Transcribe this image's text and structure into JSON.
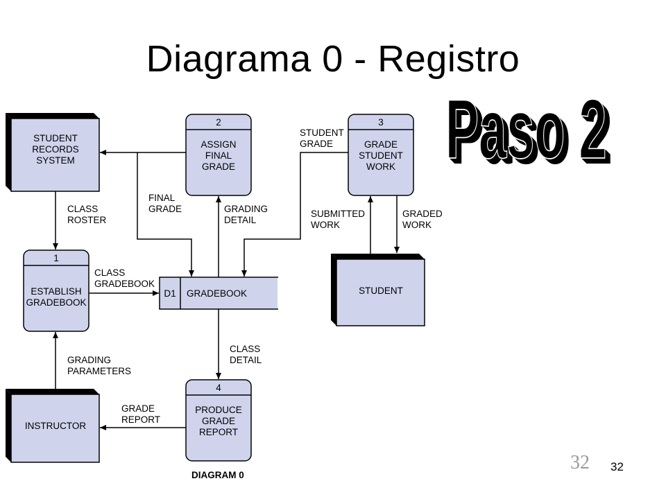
{
  "slide": {
    "title": "Diagrama 0 - Registro",
    "wordart": "Paso 2",
    "page_number": "32",
    "page_number_art": "32"
  },
  "diagram": {
    "caption": "DIAGRAM 0",
    "entities": {
      "student_records": [
        "STUDENT",
        "RECORDS",
        "SYSTEM"
      ],
      "student": [
        "STUDENT"
      ],
      "instructor": [
        "INSTRUCTOR"
      ]
    },
    "processes": {
      "p1": {
        "num": "1",
        "lines": [
          "ESTABLISH",
          "GRADEBOOK"
        ]
      },
      "p2": {
        "num": "2",
        "lines": [
          "ASSIGN",
          "FINAL",
          "GRADE"
        ]
      },
      "p3": {
        "num": "3",
        "lines": [
          "GRADE",
          "STUDENT",
          "WORK"
        ]
      },
      "p4": {
        "num": "4",
        "lines": [
          "PRODUCE",
          "GRADE",
          "REPORT"
        ]
      }
    },
    "datastore": {
      "id": "D1",
      "name": "GRADEBOOK"
    },
    "flows": {
      "class_roster": [
        "CLASS",
        "ROSTER"
      ],
      "final_grade": [
        "FINAL",
        "GRADE"
      ],
      "grading_detail": [
        "GRADING",
        "DETAIL"
      ],
      "student_grade": [
        "STUDENT",
        "GRADE"
      ],
      "submitted_work": [
        "SUBMITTED",
        "WORK"
      ],
      "graded_work": [
        "GRADED",
        "WORK"
      ],
      "class_gradebook": [
        "CLASS",
        "GRADEBOOK"
      ],
      "class_detail": [
        "CLASS",
        "DETAIL"
      ],
      "grading_parameters": [
        "GRADING",
        "PARAMETERS"
      ],
      "grade_report": [
        "GRADE",
        "REPORT"
      ]
    }
  },
  "colors": {
    "box_fill": "#cfd4ec",
    "shadow": "#000000",
    "stroke": "#000000"
  }
}
